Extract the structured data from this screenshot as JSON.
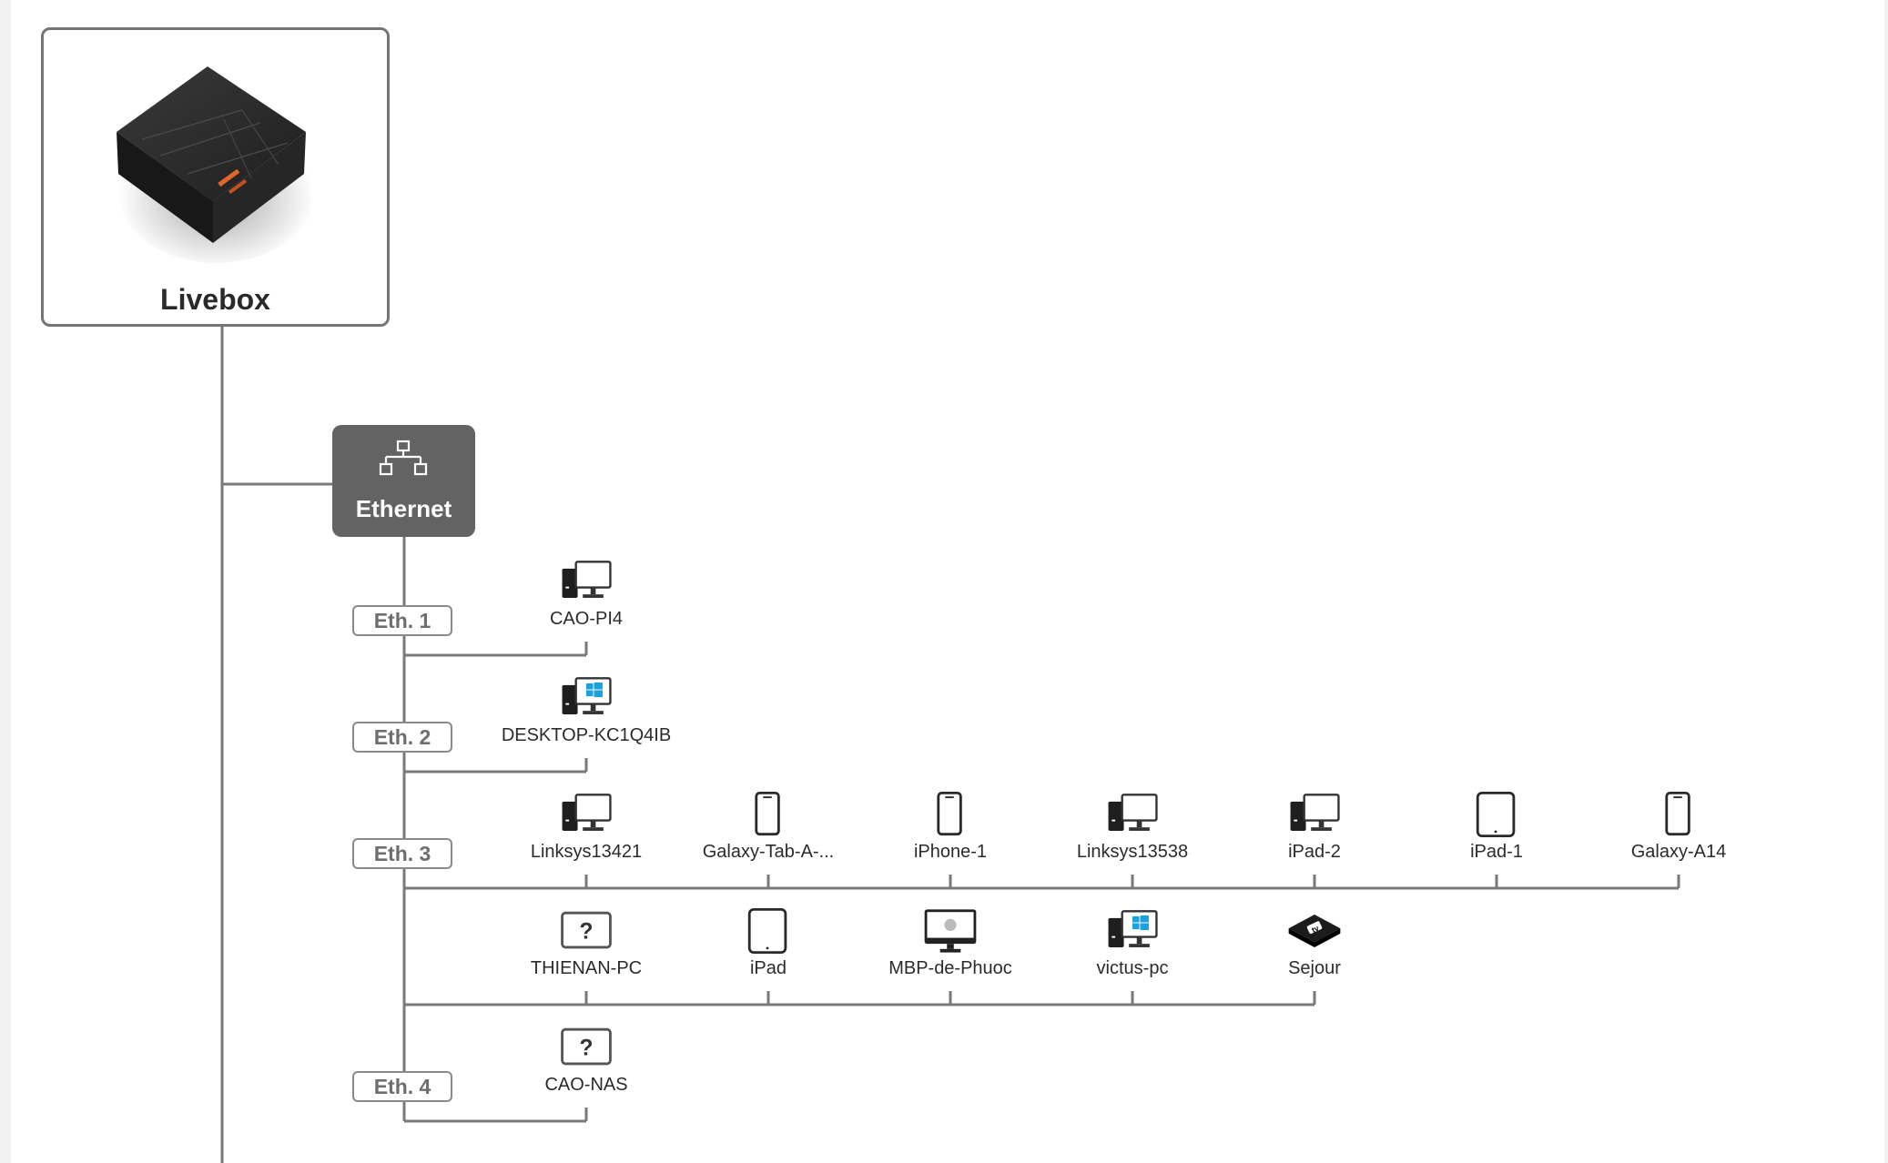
{
  "gateway": {
    "name": "Livebox"
  },
  "connection": {
    "type_label": "Ethernet"
  },
  "ports": [
    {
      "label": "Eth. 1",
      "rows": [
        [
          {
            "name": "CAO-PI4",
            "icon": "desktop-icon"
          }
        ]
      ]
    },
    {
      "label": "Eth. 2",
      "rows": [
        [
          {
            "name": "DESKTOP-KC1Q4IB",
            "icon": "windows-desktop-icon"
          }
        ]
      ]
    },
    {
      "label": "Eth. 3",
      "rows": [
        [
          {
            "name": "Linksys13421",
            "icon": "desktop-icon"
          },
          {
            "name": "Galaxy-Tab-A-...",
            "icon": "smartphone-icon"
          },
          {
            "name": "iPhone-1",
            "icon": "smartphone-icon"
          },
          {
            "name": "Linksys13538",
            "icon": "desktop-icon"
          },
          {
            "name": "iPad-2",
            "icon": "desktop-icon"
          },
          {
            "name": "iPad-1",
            "icon": "tablet-icon"
          },
          {
            "name": "Galaxy-A14",
            "icon": "smartphone-icon"
          }
        ],
        [
          {
            "name": "THIENAN-PC",
            "icon": "unknown-device-icon"
          },
          {
            "name": "iPad",
            "icon": "tablet-icon"
          },
          {
            "name": "MBP-de-Phuoc",
            "icon": "imac-icon"
          },
          {
            "name": "victus-pc",
            "icon": "windows-desktop-icon"
          },
          {
            "name": "Sejour",
            "icon": "apple-tv-icon"
          }
        ]
      ]
    },
    {
      "label": "Eth. 4",
      "rows": [
        [
          {
            "name": "CAO-NAS",
            "icon": "unknown-device-icon"
          }
        ]
      ]
    }
  ],
  "colors": {
    "line": "#7a7a7a",
    "node_bg": "#636363",
    "windows_blue": "#1ba1e2"
  }
}
